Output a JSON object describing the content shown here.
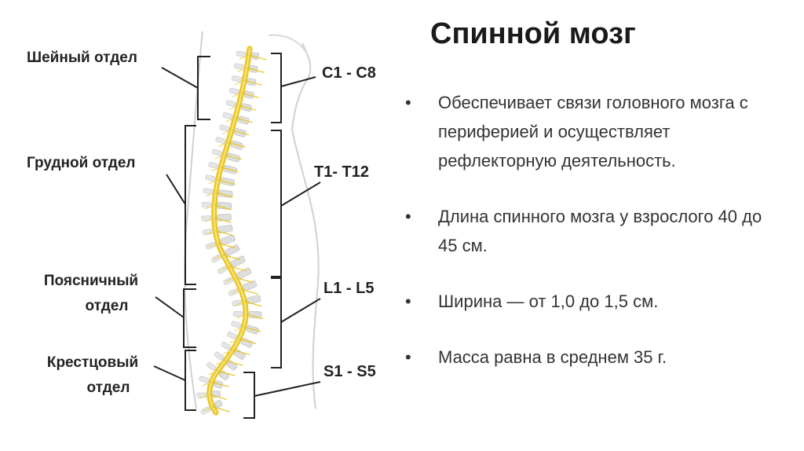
{
  "title": "Спинной мозг",
  "sections": [
    {
      "label": "Шейный отдел",
      "segments": "C1 - C8"
    },
    {
      "label": "Грудной отдел",
      "segments": "T1- T12"
    },
    {
      "label_line1": "Поясничный",
      "label_line2": "отдел",
      "segments": "L1 - L5"
    },
    {
      "label_line1": "Крестцовый",
      "label_line2": "отдел",
      "segments": "S1 - S5"
    }
  ],
  "bullets": [
    "Обеспечивает связи головного мозга с периферией и осуществляет рефлекторную деятельность.",
    "Длина спинного мозга у взрослого 40 до 45 см.",
    "Ширина — от 1,0 до 1,5 см.",
    "Масса равна в среднем 35 г."
  ],
  "colors": {
    "spinal_cord": "#e8c520",
    "vertebra": "#d9d9d9",
    "body_outline": "#d0d0d0",
    "bracket": "#222222"
  }
}
